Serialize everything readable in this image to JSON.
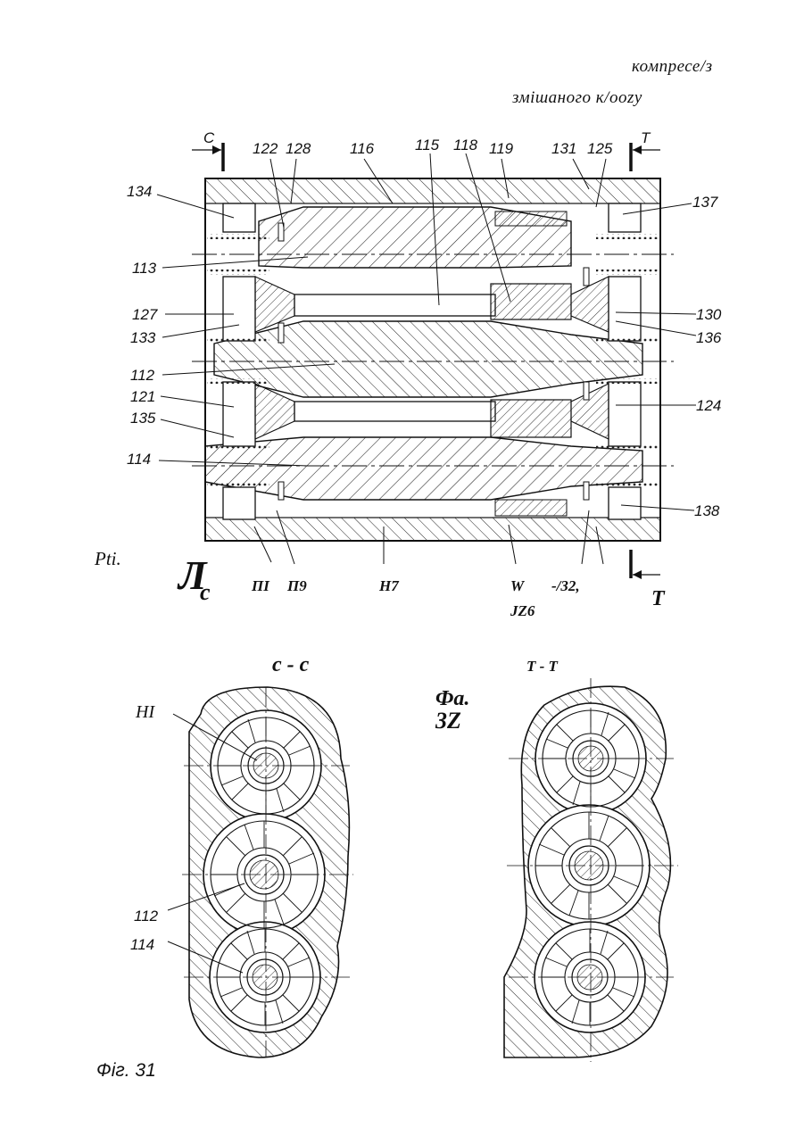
{
  "header": {
    "line1": "компресе/з",
    "line2": "змішаного к/oozy"
  },
  "section_marks": {
    "left_top": "C",
    "right_top": "T",
    "left_bottom": "Л",
    "left_bottom_sub": "c",
    "right_bottom": "T"
  },
  "top_labels": [
    "122",
    "128",
    "116",
    "115",
    "118",
    "119",
    "131",
    "125"
  ],
  "left_labels": [
    "134",
    "113",
    "127",
    "133",
    "112",
    "121",
    "135",
    "114"
  ],
  "right_labels": [
    "137",
    "130",
    "136",
    "124",
    "138"
  ],
  "bottom_labels": [
    "ПІ",
    "П9",
    "Н7",
    "W",
    "-/32,",
    "JZ6"
  ],
  "figure_prefix": "Pti.",
  "section_cc": {
    "title": "c - c",
    "labels": [
      "HI",
      "112",
      "114"
    ]
  },
  "section_tt": {
    "title": "T - T"
  },
  "figure_labels": {
    "mid_line1": "Фа.",
    "mid_line2": "3Z",
    "bottom": "Фiг. 31"
  }
}
